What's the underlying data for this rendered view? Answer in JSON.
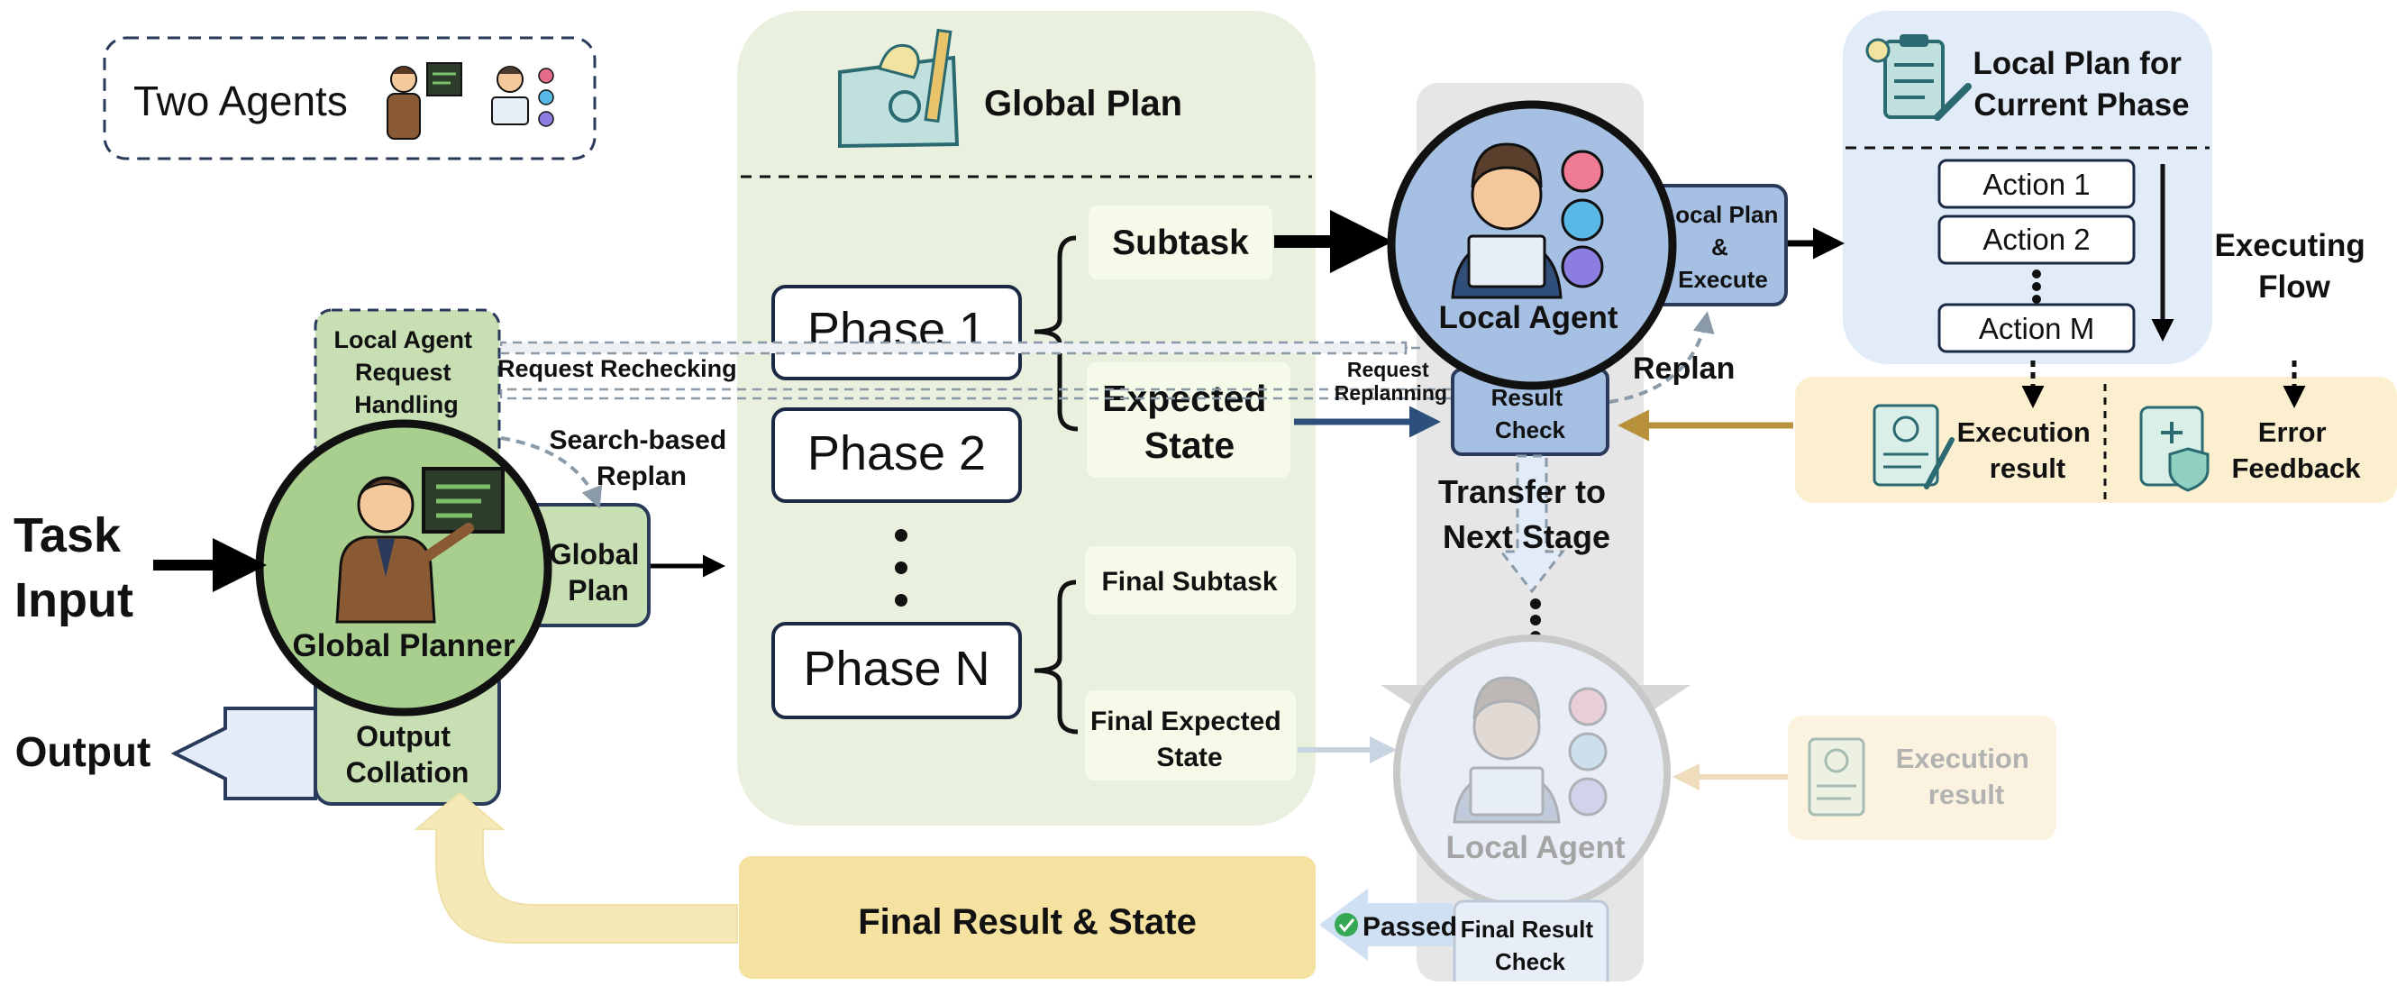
{
  "legend": {
    "label": "Two Agents"
  },
  "task_input": {
    "line1": "Task",
    "line2": "Input"
  },
  "output": {
    "label": "Output"
  },
  "global_planner": {
    "name": "Global Planner",
    "request_handling": [
      "Local Agent",
      "Request",
      "Handling"
    ],
    "global_plan_tab": [
      "Global",
      "Plan"
    ],
    "output_collation": [
      "Output",
      "Collation"
    ]
  },
  "global_plan": {
    "title": "Global Plan",
    "phases": [
      "Phase 1",
      "Phase 2",
      "Phase N"
    ],
    "subtask": "Subtask",
    "expected_state": [
      "Expected",
      "State"
    ],
    "final_subtask": "Final Subtask",
    "final_expected_state": [
      "Final Expected",
      "State"
    ]
  },
  "local_agent": {
    "name": "Local Agent",
    "plan_execute": [
      "Local Plan",
      "&",
      "Execute"
    ],
    "result_check": [
      "Result",
      "Check"
    ],
    "replan": "Replan",
    "transfer": [
      "Transfer to",
      "Next Stage"
    ],
    "faded_name": "Local Agent",
    "final_result_check": [
      "Final Result",
      "Check"
    ],
    "passed": "Passed"
  },
  "local_plan": {
    "title": [
      "Local Plan for",
      "Current Phase"
    ],
    "actions": [
      "Action 1",
      "Action 2",
      "Action M"
    ],
    "flow": [
      "Executing",
      "Flow"
    ]
  },
  "feedback": {
    "execution_result": [
      "Execution",
      "result"
    ],
    "error_feedback": [
      "Error",
      "Feedback"
    ],
    "faded_execution_result": [
      "Execution",
      "result"
    ]
  },
  "arrows": {
    "request_rechecking": "Request Rechecking",
    "search_based_replan": [
      "Search-based",
      "Replan"
    ],
    "request_replanning": [
      "Request",
      "Replanning"
    ]
  },
  "final_result": {
    "label": "Final Result & State"
  }
}
